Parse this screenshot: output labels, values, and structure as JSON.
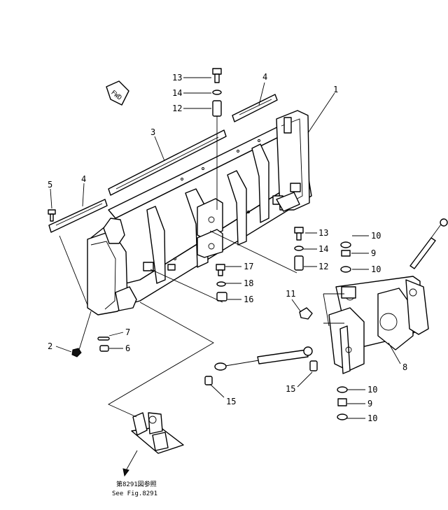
{
  "figure": {
    "fwd_label": "FWD",
    "caption_jp": "第8291図参照",
    "caption_en": "See Fig.8291"
  },
  "callouts": [
    {
      "id": "c13a",
      "text": "13"
    },
    {
      "id": "c14a",
      "text": "14"
    },
    {
      "id": "c12a",
      "text": "12"
    },
    {
      "id": "c4a",
      "text": "4"
    },
    {
      "id": "c1",
      "text": "1"
    },
    {
      "id": "c3",
      "text": "3"
    },
    {
      "id": "c5",
      "text": "5"
    },
    {
      "id": "c4b",
      "text": "4"
    },
    {
      "id": "c13b",
      "text": "13"
    },
    {
      "id": "c14b",
      "text": "14"
    },
    {
      "id": "c12b",
      "text": "12"
    },
    {
      "id": "c10a",
      "text": "10"
    },
    {
      "id": "c9a",
      "text": "9"
    },
    {
      "id": "c10b",
      "text": "10"
    },
    {
      "id": "c17",
      "text": "17"
    },
    {
      "id": "c18",
      "text": "18"
    },
    {
      "id": "c16",
      "text": "16"
    },
    {
      "id": "c11",
      "text": "11"
    },
    {
      "id": "c7",
      "text": "7"
    },
    {
      "id": "c2",
      "text": "2"
    },
    {
      "id": "c6",
      "text": "6"
    },
    {
      "id": "c8",
      "text": "8"
    },
    {
      "id": "c15a",
      "text": "15"
    },
    {
      "id": "c15b",
      "text": "15"
    },
    {
      "id": "c10c",
      "text": "10"
    },
    {
      "id": "c9b",
      "text": "9"
    },
    {
      "id": "c10d",
      "text": "10"
    }
  ]
}
